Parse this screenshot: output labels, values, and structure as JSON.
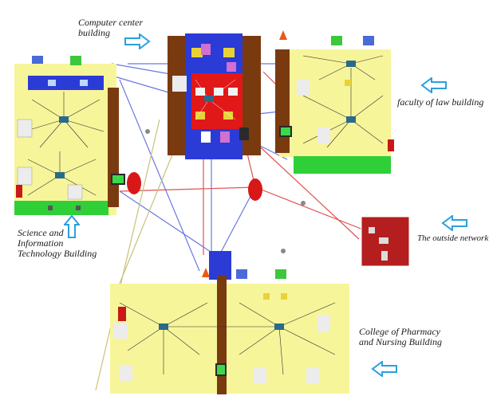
{
  "labels": {
    "computer_center": "Computer center\nbuilding",
    "faculty_of_law": "faculty of law building",
    "science_it": "Science and\nInformation\nTechnology Building",
    "outside_network": "The outside network",
    "pharmacy_nursing": "College of Pharmacy\nand Nursing Building"
  },
  "colors": {
    "building_fill": "#f7f59a",
    "core_blue": "#2b3bd6",
    "core_red": "#e01818",
    "rack_brown": "#7a3a10",
    "grass_green": "#2fcf38",
    "outside_red": "#b41e1e",
    "arrow_blue": "#2aa0de",
    "link_blue": "#6c78e0",
    "link_red": "#e05050",
    "link_khaki": "#c8c27a"
  },
  "icons": [
    "arrow-right-icon",
    "arrow-left-icon",
    "arrow-up-icon",
    "router-icon",
    "switch-icon",
    "server-rack-icon",
    "firewall-icon",
    "pc-icon",
    "laptop-icon",
    "printer-icon",
    "camera-icon"
  ]
}
